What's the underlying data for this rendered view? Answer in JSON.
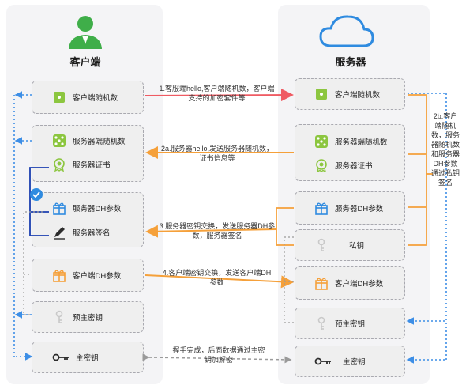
{
  "client": {
    "title": "客户端",
    "items": {
      "client_random": "客户端随机数",
      "server_random": "服务器端随机数",
      "server_cert": "服务器证书",
      "server_dh": "服务器DH参数",
      "server_sig": "服务器签名",
      "client_dh": "客户端DH参数",
      "premaster": "预主密钥",
      "master": "主密钥"
    }
  },
  "server": {
    "title": "服务器",
    "items": {
      "client_random": "客户端随机数",
      "server_random": "服务器端随机数",
      "server_cert": "服务器证书",
      "server_dh": "服务器DH参数",
      "private_key": "私钥",
      "client_dh": "客户端DH参数",
      "premaster": "预主密钥",
      "master": "主密钥"
    }
  },
  "messages": {
    "m1": "1.客服端hello,客户端随机数，客户端支持的加密套件等",
    "m2a": "2a.服务器hello,发送服务器随机数，证书信息等",
    "m3": "3.服务器密钥交换，发送服务器DH参数，服务器签名",
    "m4": "4.客户端密钥交换，发送客户端DH参数",
    "m5": "握手完成，后面数据通过主密钥加解密"
  },
  "side_note": "2b.客户端随机数，服务器随机数和服务器DH参数通过私钥签名",
  "colors": {
    "red": "#ef5b63",
    "orange": "#f5a03a",
    "blue": "#3d8ee6",
    "navy": "#1b3fb0",
    "green": "#8cc63f",
    "dark": "#2d2d2d",
    "gray_arrow": "#9a9a9a",
    "check": "#2f8be0"
  },
  "icons": {
    "user": "user-avatar-icon",
    "cloud": "cloud-icon",
    "random": "dice-icon",
    "cert": "certificate-badge-icon",
    "gift": "gift-box-icon",
    "pen": "pen-icon",
    "key": "key-icon",
    "check": "check-circle-icon"
  }
}
